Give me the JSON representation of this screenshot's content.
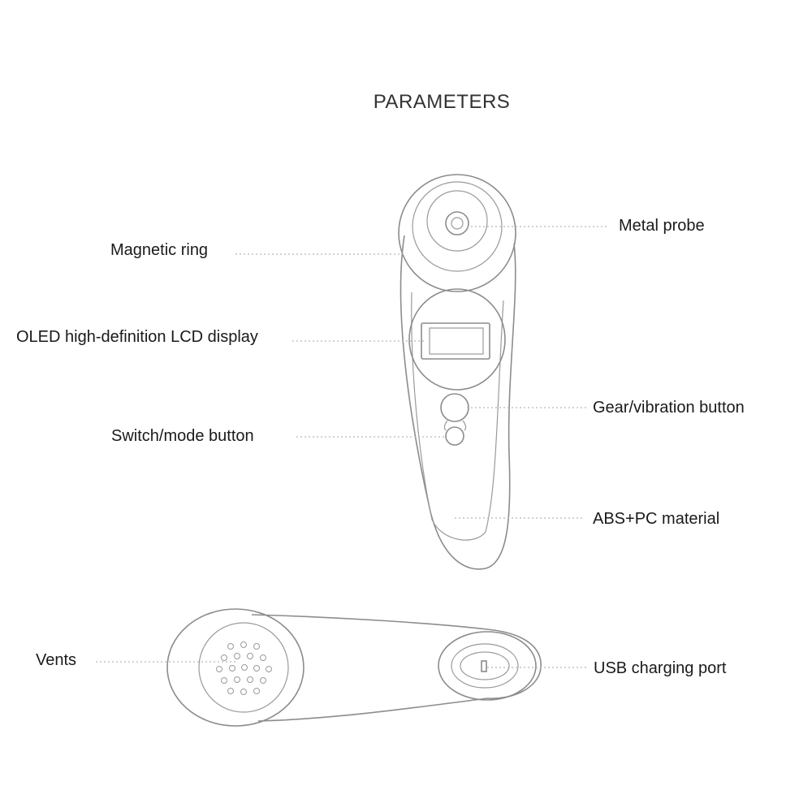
{
  "title": "PARAMETERS",
  "labels": {
    "metal_probe": "Metal probe",
    "magnetic_ring": "Magnetic ring",
    "oled_display": "OLED high-definition LCD display",
    "gear_vibration_button": "Gear/vibration button",
    "switch_mode_button": "Switch/mode button",
    "abs_pc_material": "ABS+PC material",
    "vents": "Vents",
    "usb_charging_port": "USB charging port"
  }
}
